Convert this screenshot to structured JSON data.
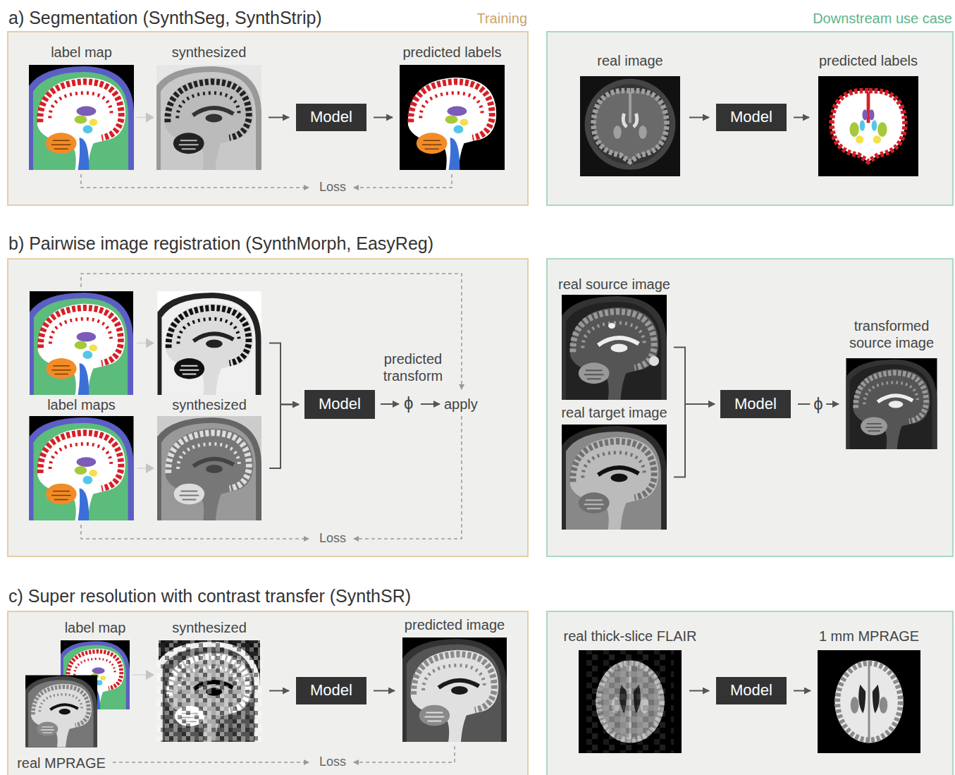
{
  "diagram": {
    "nodes": [
      {
        "text": [
          "a) Segmentation (SynthSeg, SynthStrip)",
          "Training"
        ]
      },
      {
        "text": [
          "label map"
        ],
        "in": 0
      },
      {
        "text": [
          "synthesized"
        ],
        "in": 0
      },
      {
        "text": [
          "Model"
        ],
        "in": 0
      },
      {
        "text": [
          "predicted labels"
        ],
        "in": 0
      },
      {
        "text": [
          "Downstream use case"
        ]
      },
      {
        "text": [
          "real image"
        ],
        "in": 5
      },
      {
        "text": [
          "Model"
        ],
        "in": 5
      },
      {
        "text": [
          "predicted labels"
        ],
        "in": 5
      },
      {
        "text": [
          "b) Pairwise image registration (SynthMorph, EasyReg)"
        ]
      },
      {
        "text": [],
        "in": 9
      },
      {
        "text": [],
        "in": 9
      },
      {
        "text": [
          "label maps"
        ],
        "in": 9
      },
      {
        "text": [
          "synthesized"
        ],
        "in": 9
      },
      {
        "text": [
          "Model"
        ],
        "in": 9
      },
      {
        "text": []
      },
      {
        "text": [
          "real source image"
        ],
        "in": 15
      },
      {
        "text": [
          "real target image"
        ],
        "in": 15
      },
      {
        "text": [
          "Model"
        ],
        "in": 15
      },
      {
        "text": [
          "transformed source image"
        ],
        "in": 15
      },
      {
        "text": [
          "c) Super resolution with contrast transfer (SynthSR)"
        ]
      },
      {
        "text": [
          "label map"
        ],
        "in": 20
      },
      {
        "text": [
          "real MPRAGE"
        ],
        "in": 20
      },
      {
        "text": [
          "synthesized"
        ],
        "in": 20
      },
      {
        "text": [
          "Model"
        ],
        "in": 20
      },
      {
        "text": [
          "predicted image"
        ],
        "in": 20
      },
      {
        "text": []
      },
      {
        "text": [
          "real thick-slice FLAIR"
        ],
        "in": 26
      },
      {
        "text": [
          "Model"
        ],
        "in": 26
      },
      {
        "text": [
          "1 mm MPRAGE"
        ],
        "in": 26
      }
    ],
    "edges": [
      {
        "from": 1,
        "to": 2,
        "arrow": "to"
      },
      {
        "from": 2,
        "to": 3,
        "arrow": "to"
      },
      {
        "from": 3,
        "to": 4,
        "arrow": "to"
      },
      {
        "from": 6,
        "to": 7,
        "arrow": "to"
      },
      {
        "from": 7,
        "to": 8,
        "arrow": "to"
      },
      {
        "from": 10,
        "to": 11,
        "arrow": "to"
      },
      {
        "from": 12,
        "to": 13,
        "arrow": "to"
      },
      {
        "from": 11,
        "to": 14,
        "arrow": "to"
      },
      {
        "from": 13,
        "to": 14,
        "arrow": "to"
      },
      {
        "from": 16,
        "to": 18,
        "arrow": "to"
      },
      {
        "from": 17,
        "to": 18,
        "arrow": "to"
      },
      {
        "from": 18,
        "to": 19,
        "label": "ϕ",
        "arrow": "to"
      },
      {
        "from": 21,
        "to": 23,
        "arrow": "to"
      },
      {
        "from": 23,
        "to": 24,
        "arrow": "to"
      },
      {
        "from": 24,
        "to": 25,
        "arrow": "to"
      },
      {
        "from": 27,
        "to": 28,
        "arrow": "to"
      },
      {
        "from": 28,
        "to": 29,
        "arrow": "to"
      }
    ],
    "labels": [
      "Loss",
      "predicted transform",
      "ϕ",
      "apply",
      "Loss",
      "Loss"
    ]
  }
}
